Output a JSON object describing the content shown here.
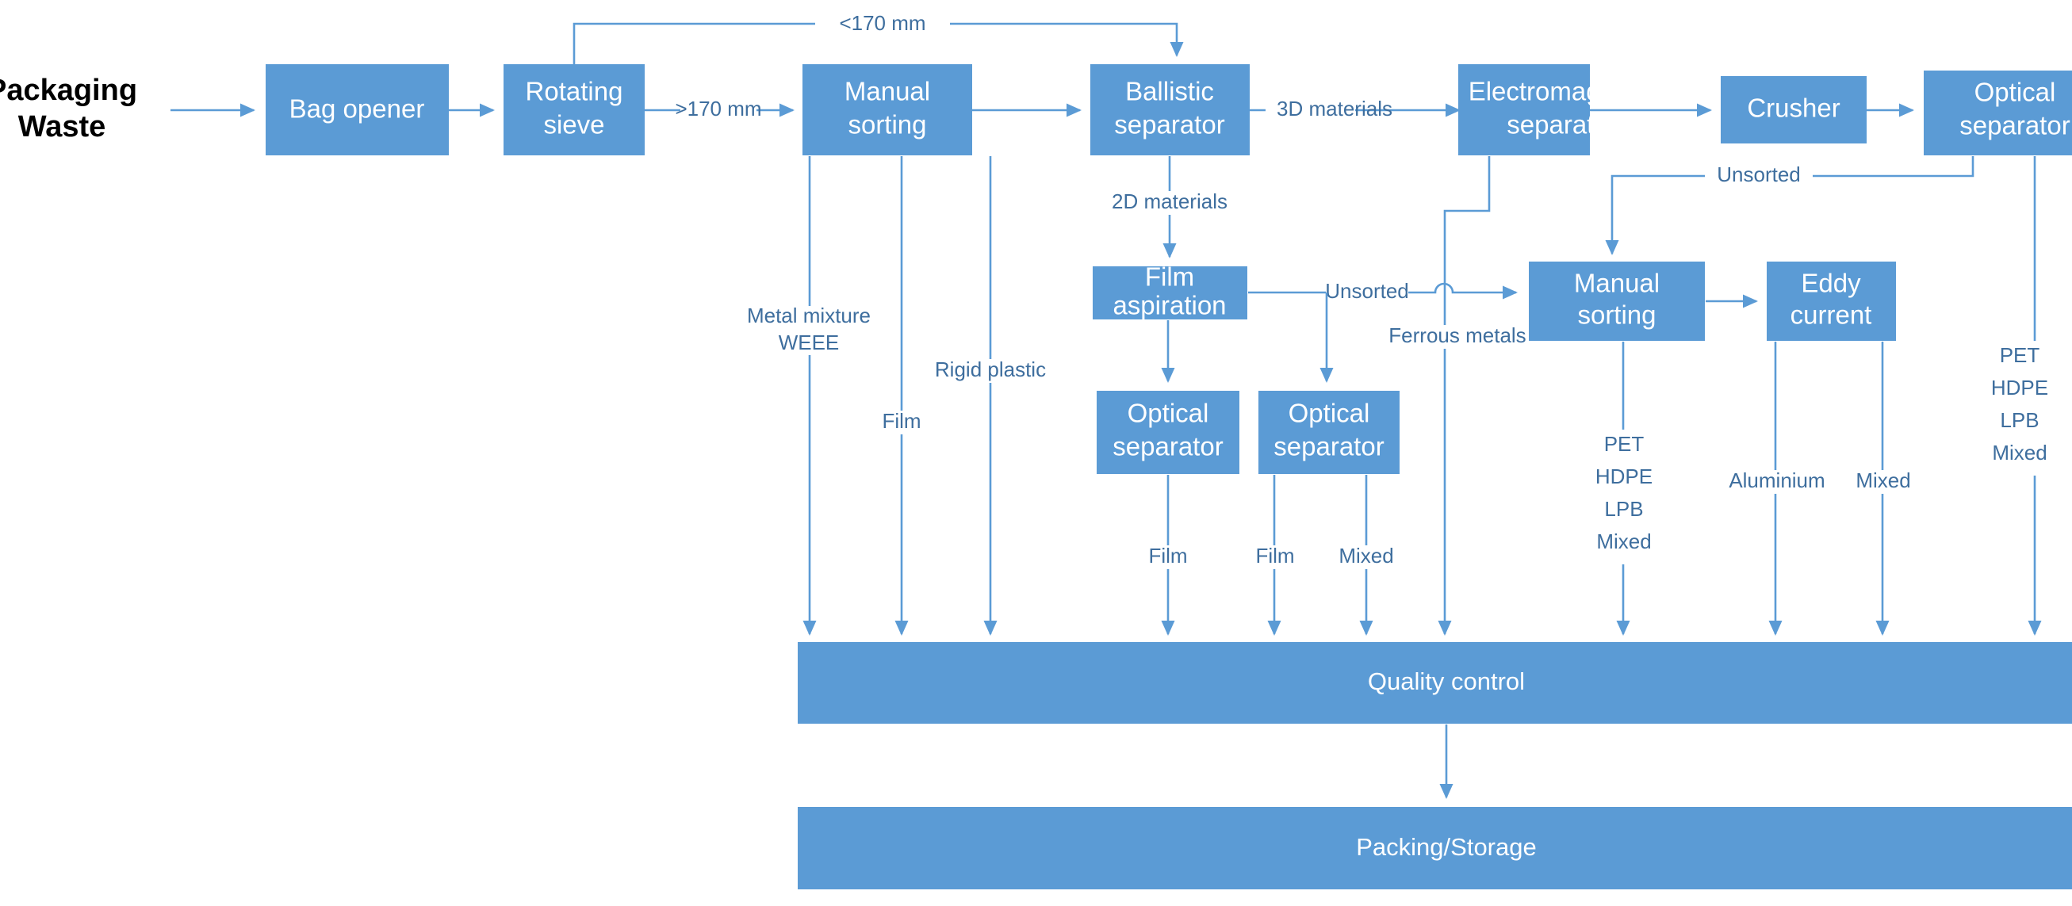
{
  "diagram": {
    "title_input": {
      "line1": "Packaging",
      "line2": "Waste"
    },
    "accent_color": "#5B9BD5",
    "label_color": "#3E6E9E",
    "nodes": [
      {
        "id": "bag-opener",
        "label_line1": "Bag opener",
        "label_line2": ""
      },
      {
        "id": "rotating-sieve",
        "label_line1": "Rotating",
        "label_line2": "sieve"
      },
      {
        "id": "manual-sorting-1",
        "label_line1": "Manual",
        "label_line2": "sorting"
      },
      {
        "id": "ballistic-separator",
        "label_line1": "Ballistic",
        "label_line2": "separator"
      },
      {
        "id": "electromagnetic-separator",
        "label_line1": "Electromagnetic",
        "label_line2": "separator"
      },
      {
        "id": "crusher",
        "label_line1": "Crusher",
        "label_line2": ""
      },
      {
        "id": "optical-separator-top",
        "label_line1": "Optical",
        "label_line2": "separator"
      },
      {
        "id": "film-aspiration",
        "label_line1": "Film",
        "label_line2": "aspiration"
      },
      {
        "id": "manual-sorting-2",
        "label_line1": "Manual",
        "label_line2": "sorting"
      },
      {
        "id": "eddy-current",
        "label_line1": "Eddy",
        "label_line2": "current"
      },
      {
        "id": "optical-separator-left",
        "label_line1": "Optical",
        "label_line2": "separator"
      },
      {
        "id": "optical-separator-right",
        "label_line1": "Optical",
        "label_line2": "separator"
      }
    ],
    "bars": [
      {
        "id": "quality-control",
        "label": "Quality control"
      },
      {
        "id": "packing-storage",
        "label": "Packing/Storage"
      }
    ],
    "edge_labels": {
      "under_170mm": "<170 mm",
      "over_170mm": ">170 mm",
      "materials_3d": "3D materials",
      "materials_2d": "2D materials",
      "unsorted_top": "Unsorted",
      "unsorted_mid": "Unsorted",
      "ferrous_metals": "Ferrous metals",
      "metal_mixture_weee_line1": "Metal mixture",
      "metal_mixture_weee_line2": "WEEE",
      "film_manual": "Film",
      "rigid_plastic": "Rigid plastic",
      "film_optical_left": "Film",
      "film_optical_right": "Film",
      "mixed_optical_right": "Mixed",
      "aluminium": "Aluminium",
      "mixed_eddy": "Mixed",
      "ms2_out_line1": "PET",
      "ms2_out_line2": "HDPE",
      "ms2_out_line3": "LPB",
      "ms2_out_line4": "Mixed",
      "ost_out_line1": "PET",
      "ost_out_line2": "HDPE",
      "ost_out_line3": "LPB",
      "ost_out_line4": "Mixed"
    }
  }
}
